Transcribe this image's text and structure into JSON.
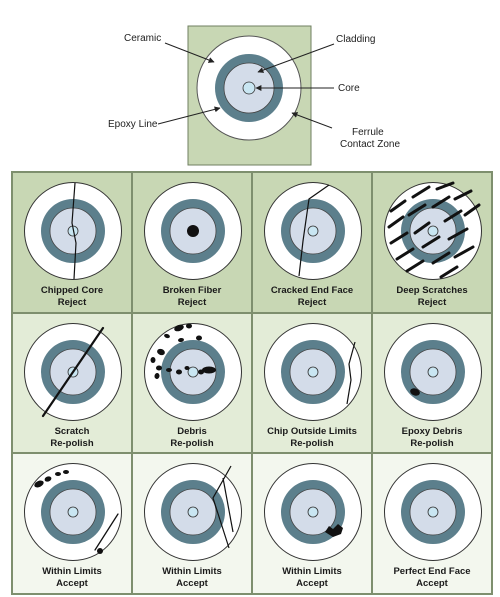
{
  "reference": {
    "labels": {
      "ceramic": "Ceramic",
      "cladding": "Cladding",
      "core": "Core",
      "epoxy_line": "Epoxy Line",
      "ferrule_line1": "Ferrule",
      "ferrule_line2": "Contact Zone"
    }
  },
  "colors": {
    "green_dark": "#c8d7b4",
    "green_mid": "#e3ecd7",
    "green_light": "#f3f7ee",
    "ring": "#5c7f8c",
    "cladding": "#d3dce9",
    "core": "#c9e6f2",
    "ink": "#111111"
  },
  "cells": [
    {
      "title": "Chipped Core",
      "verdict": "Reject",
      "defect": "chipped-core"
    },
    {
      "title": "Broken Fiber",
      "verdict": "Reject",
      "defect": "broken-fiber"
    },
    {
      "title": "Cracked End Face",
      "verdict": "Reject",
      "defect": "cracked-end-face"
    },
    {
      "title": "Deep Scratches",
      "verdict": "Reject",
      "defect": "deep-scratches"
    },
    {
      "title": "Scratch",
      "verdict": "Re-polish",
      "defect": "scratch"
    },
    {
      "title": "Debris",
      "verdict": "Re-polish",
      "defect": "debris"
    },
    {
      "title": "Chip Outside Limits",
      "verdict": "Re-polish",
      "defect": "chip-outside-limits"
    },
    {
      "title": "Epoxy Debris",
      "verdict": "Re-polish",
      "defect": "epoxy-debris"
    },
    {
      "title": "Within Limits",
      "verdict": "Accept",
      "defect": "within-limits-debris"
    },
    {
      "title": "Within Limits",
      "verdict": "Accept",
      "defect": "within-limits-cracks"
    },
    {
      "title": "Within Limits",
      "verdict": "Accept",
      "defect": "within-limits-chip"
    },
    {
      "title": "Perfect End Face",
      "verdict": "Accept",
      "defect": "perfect-end-face"
    }
  ]
}
